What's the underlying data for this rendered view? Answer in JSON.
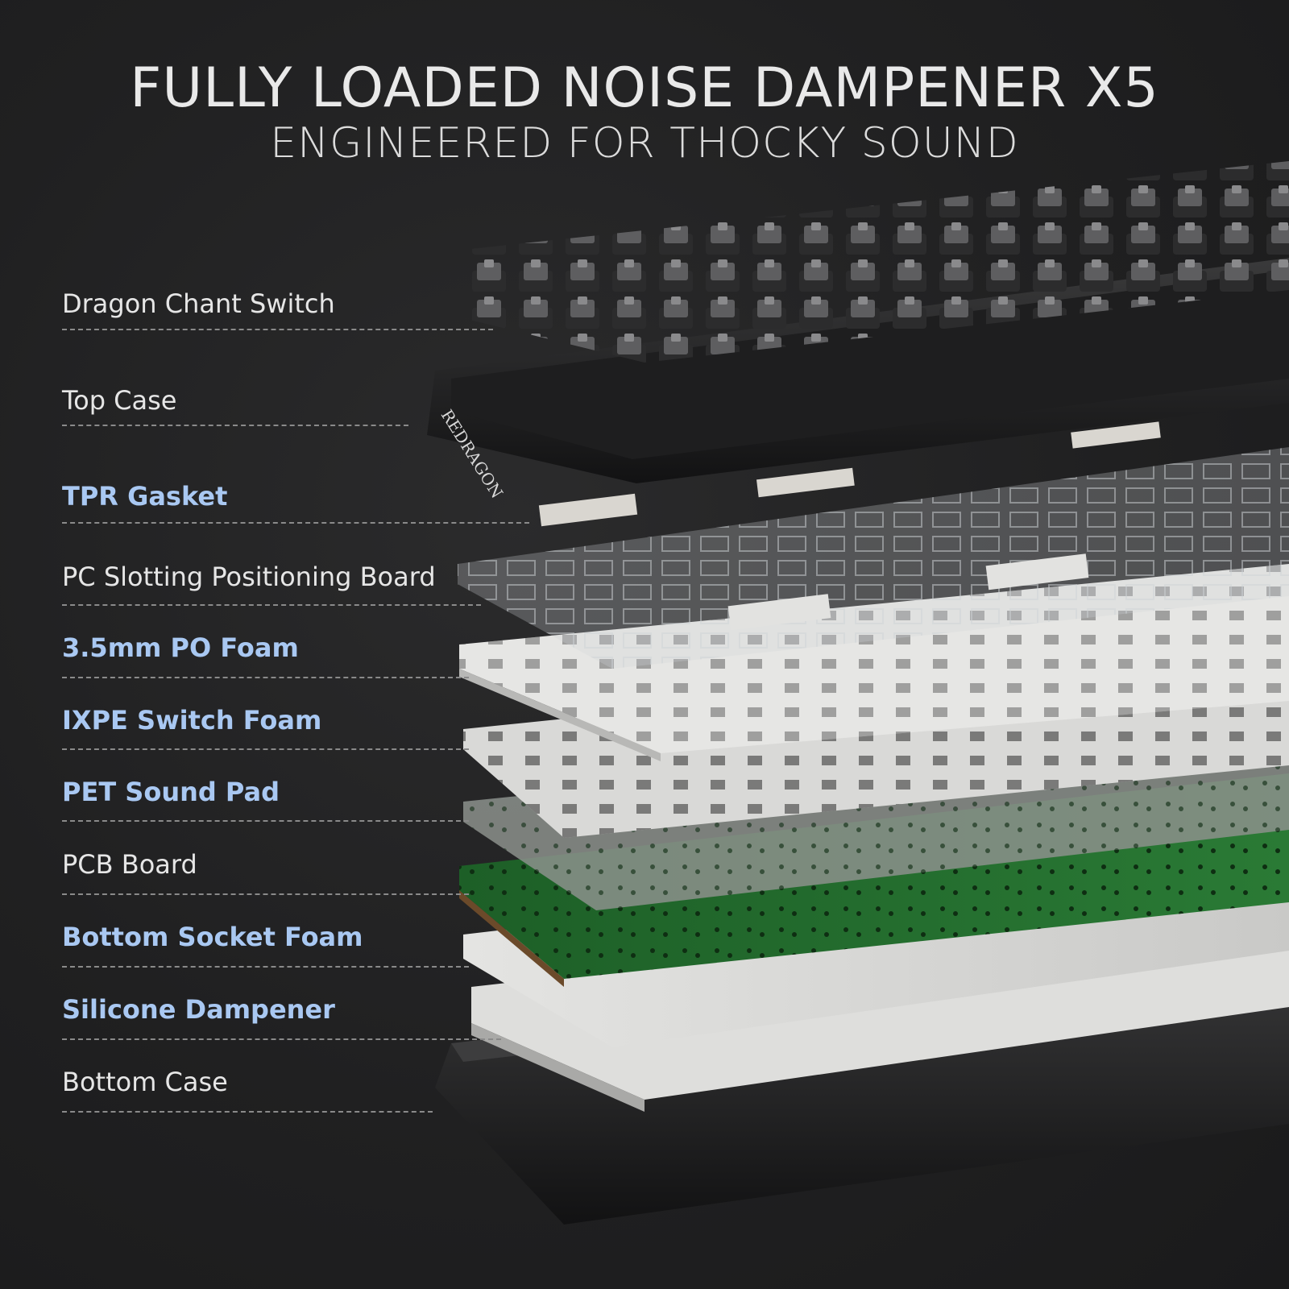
{
  "header": {
    "title": "FULLY LOADED NOISE DAMPENER X5",
    "subtitle": "ENGINEERED FOR THOCKY SOUND"
  },
  "brand": {
    "logo_text": "REDRAGON"
  },
  "colors": {
    "background": "#222223",
    "label_text": "#e6e6e6",
    "highlight_text": "#a9c8f2",
    "pcb_green": "#1f6a2e"
  },
  "layers": [
    {
      "label": "Dragon Chant Switch",
      "highlight": false
    },
    {
      "label": "Top Case",
      "highlight": false
    },
    {
      "label": "TPR Gasket",
      "highlight": true
    },
    {
      "label": "PC Slotting Positioning Board",
      "highlight": false
    },
    {
      "label": "3.5mm PO Foam",
      "highlight": true
    },
    {
      "label": "IXPE Switch Foam",
      "highlight": true
    },
    {
      "label": "PET Sound Pad",
      "highlight": true
    },
    {
      "label": "PCB Board",
      "highlight": false
    },
    {
      "label": "Bottom Socket Foam",
      "highlight": true
    },
    {
      "label": "Silicone Dampener",
      "highlight": true
    },
    {
      "label": "Bottom Case",
      "highlight": false
    }
  ]
}
